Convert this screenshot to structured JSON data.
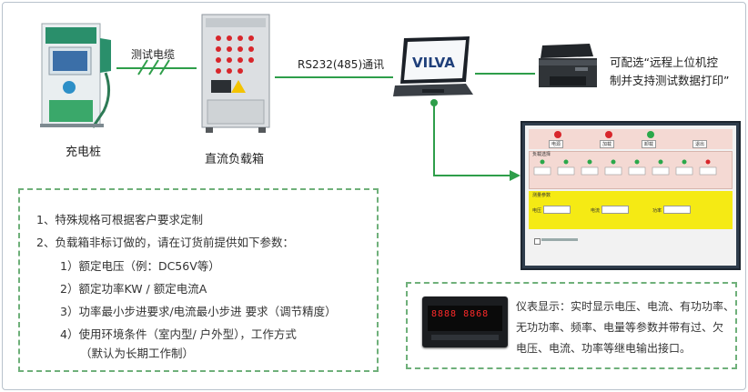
{
  "diagram": {
    "labels": {
      "charging_pile": "充电桩",
      "cable": "测试电缆",
      "dc_load_box": "直流负载箱",
      "rs232": "RS232(485)通讯",
      "laptop_brand": "VILVA",
      "printer_note_line1": "可配选“远程上位机控",
      "printer_note_line2": "制并支持测试数据打印”"
    },
    "notes": [
      "1、特殊规格可根据客户要求定制",
      "2、负载箱非标订做的，请在订货前提供如下参数：",
      "1）额定电压（例：DC56V等）",
      "2）额定功率KW / 额定电流A",
      "3）功率最小步进要求/电流最小步进 要求（调节精度）",
      "4）使用环境条件（室内型/ 户外型），工作方式",
      "（默认为长期工作制）"
    ],
    "meter_text": [
      "仪表显示：实时显示电压、电流、有功功率、",
      "无功功率、频率、电量等参数并带有过、欠",
      "电压、电流、功率等继电输出接口。"
    ],
    "meter_readout": "8888  8868",
    "software": {
      "buttons": [
        "电源",
        "加载",
        "卸载",
        "退出"
      ],
      "load_group_title": "负载选择",
      "params_title": "测量参数",
      "fields": [
        "电压",
        "电流",
        "功率"
      ]
    },
    "colors": {
      "line_green": "#2e9e4a",
      "box_dash": "#6fb07a",
      "screen_yellow": "#f5ea14",
      "panel_pink": "#f4d9d3"
    }
  }
}
